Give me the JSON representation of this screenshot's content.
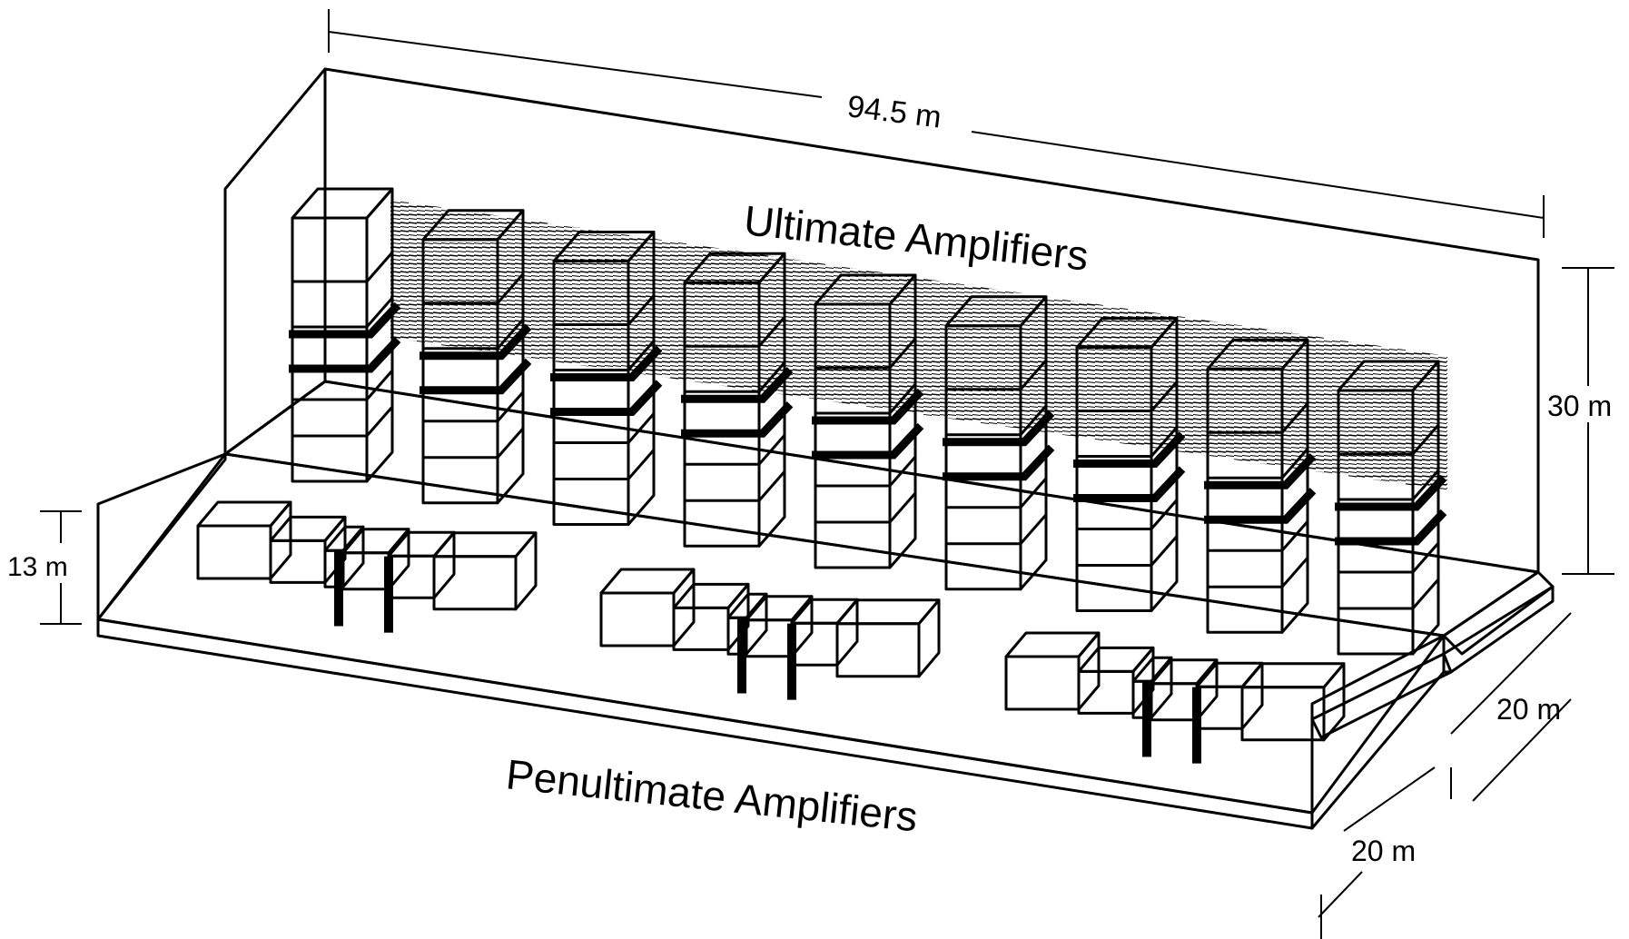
{
  "diagram": {
    "labels": {
      "length_dimension": "94.5 m",
      "ultimate_title": "Ultimate Amplifiers",
      "penultimate_title": "Penultimate Amplifiers",
      "height_high": "30 m",
      "height_low": "13 m",
      "depth_upper": "20 m",
      "depth_lower": "20 m"
    },
    "ultimate_amplifier_count": 9,
    "penultimate_amplifier_count": 3
  }
}
